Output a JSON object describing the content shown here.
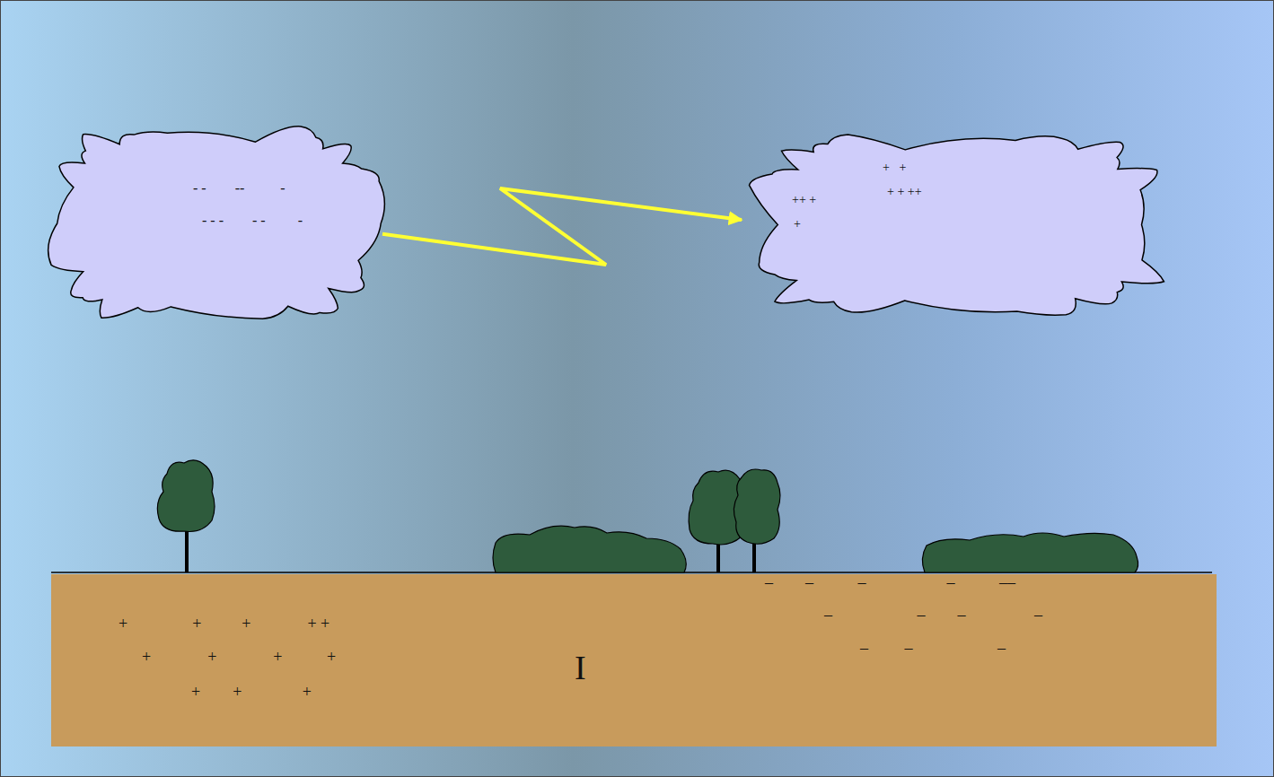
{
  "diagram": {
    "nodes": [
      {
        "text": [
          "- -        --          -",
          "- - -        - -         -"
        ]
      },
      {
        "text": [
          "+   +",
          "+ + ++",
          "++ +",
          "+"
        ]
      },
      {
        "text": [
          "+                +          +              + +",
          "+              +              +           +",
          "+        +               +",
          "–        –           –                    –           ––",
          "–                     –        –                 –",
          "–         –                     –",
          "I"
        ]
      }
    ],
    "edges": [
      {
        "from": 0,
        "to": 1,
        "arrow": "to"
      }
    ]
  }
}
